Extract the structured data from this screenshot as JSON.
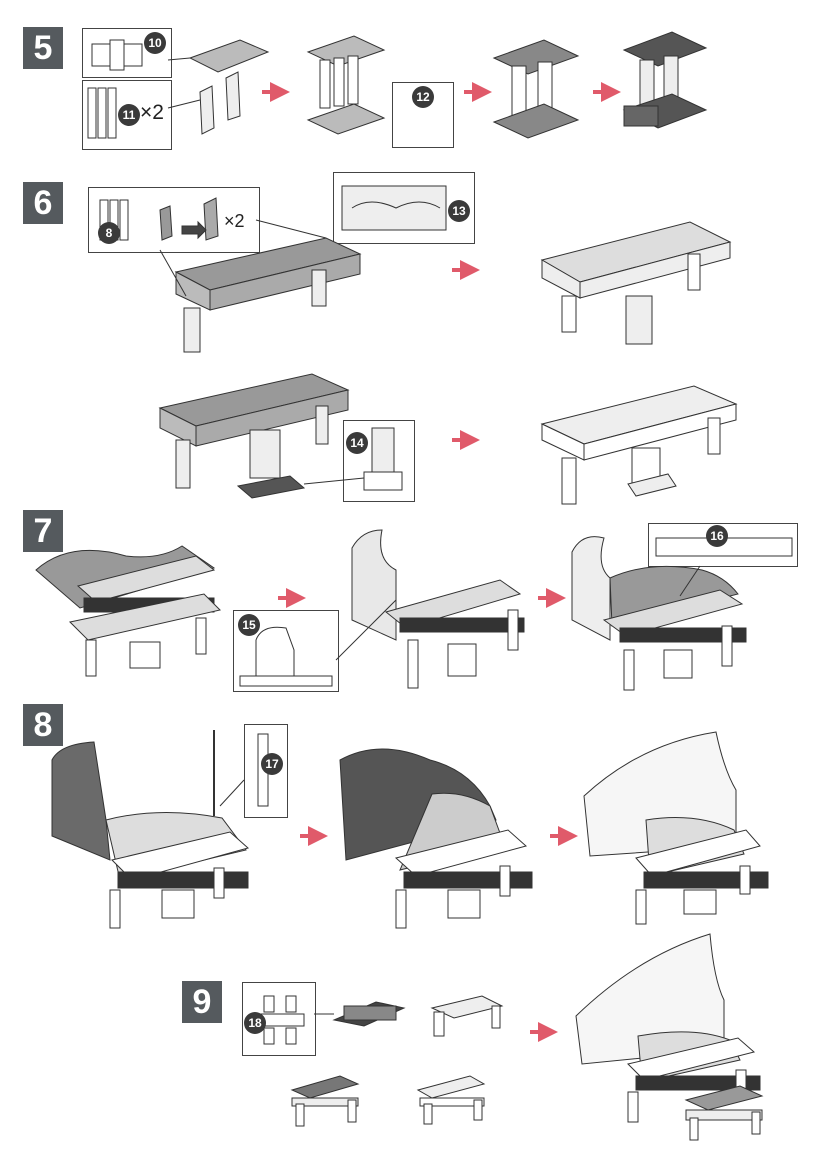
{
  "steps": [
    {
      "number": "5"
    },
    {
      "number": "6"
    },
    {
      "number": "7"
    },
    {
      "number": "8"
    },
    {
      "number": "9"
    }
  ],
  "parts": {
    "p10": "10",
    "p11": "11",
    "p12": "12",
    "p8": "8",
    "p13": "13",
    "p14": "14",
    "p15": "15",
    "p16": "16",
    "p17": "17",
    "p18": "18"
  },
  "quantities": {
    "q11": "×2",
    "q8": "×2"
  },
  "colors": {
    "step_badge": "#555a5e",
    "arrow": "#e05a6a",
    "dark_part": "#5c5c5c",
    "light_part": "#d8d8d8",
    "outline": "#333333"
  }
}
